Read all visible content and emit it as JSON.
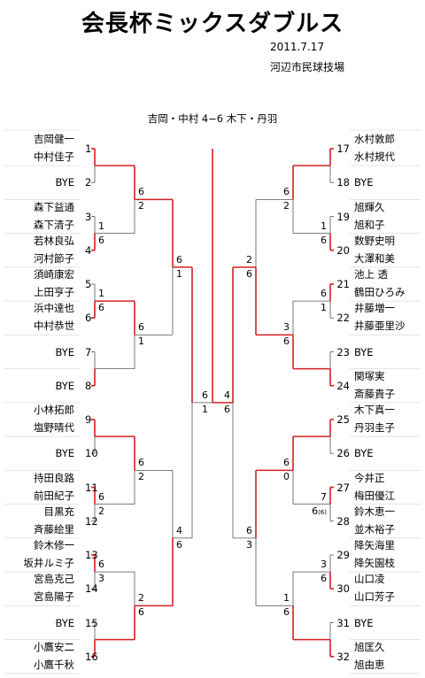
{
  "title": "会長杯ミックスダブルス",
  "date": "2011.7.17",
  "venue": "河辺市民球技場",
  "final": {
    "result_text": "吉岡・中村 4−6 木下・丹羽",
    "scores": [
      "6",
      "4",
      "1",
      "6"
    ]
  },
  "left": {
    "entries": [
      {
        "seed": "1",
        "names": [
          "吉岡健一",
          "中村佳子"
        ]
      },
      {
        "seed": "2",
        "names": [
          "BYE"
        ]
      },
      {
        "seed": "3",
        "names": [
          "森下益通",
          "森下清子"
        ]
      },
      {
        "seed": "4",
        "names": [
          "若林良弘",
          "河村節子"
        ]
      },
      {
        "seed": "5",
        "names": [
          "須崎康宏",
          "上田亨子"
        ]
      },
      {
        "seed": "6",
        "names": [
          "浜中達也",
          "中村恭世"
        ]
      },
      {
        "seed": "7",
        "names": [
          "BYE"
        ]
      },
      {
        "seed": "8",
        "names": [
          "BYE"
        ]
      },
      {
        "seed": "9",
        "names": [
          "小林拓郎",
          "塩野晴代"
        ]
      },
      {
        "seed": "10",
        "names": [
          "BYE"
        ]
      },
      {
        "seed": "11",
        "names": [
          "持田良路",
          "前田紀子"
        ]
      },
      {
        "seed": "12",
        "names": [
          "目黒充",
          "斉藤絵里"
        ]
      },
      {
        "seed": "13",
        "names": [
          "鈴木修一",
          "坂井ルミ子"
        ]
      },
      {
        "seed": "14",
        "names": [
          "宮島克己",
          "宮島陽子"
        ]
      },
      {
        "seed": "15",
        "names": [
          "BYE"
        ]
      },
      {
        "seed": "16",
        "names": [
          "小鷹安二",
          "小鷹千秋"
        ]
      }
    ],
    "r1_scores": [
      [
        "1",
        "6"
      ],
      [
        "1",
        "6"
      ],
      [
        "6",
        "2"
      ],
      [
        "6",
        "3"
      ]
    ],
    "r2_scores": [
      [
        "6",
        "2"
      ],
      [
        "6",
        "1"
      ],
      [
        "6",
        "2"
      ],
      [
        "2",
        "6"
      ]
    ],
    "sf_scores": [
      [
        "6",
        "1"
      ],
      [
        "4",
        "6"
      ]
    ]
  },
  "right": {
    "entries": [
      {
        "seed": "17",
        "names": [
          "水村敦郎",
          "水村規代"
        ]
      },
      {
        "seed": "18",
        "names": [
          "BYE"
        ]
      },
      {
        "seed": "19",
        "names": [
          "旭輝久",
          "旭和子"
        ]
      },
      {
        "seed": "20",
        "names": [
          "数野史明",
          "大澤和美"
        ]
      },
      {
        "seed": "21",
        "names": [
          "池上 透",
          "鶴田ひろみ"
        ]
      },
      {
        "seed": "22",
        "names": [
          "井藤増一",
          "井藤亜里沙"
        ]
      },
      {
        "seed": "23",
        "names": [
          "BYE"
        ]
      },
      {
        "seed": "24",
        "names": [
          "関塚実",
          "斎藤貴子"
        ]
      },
      {
        "seed": "25",
        "names": [
          "木下真一",
          "丹羽圭子"
        ]
      },
      {
        "seed": "26",
        "names": [
          "BYE"
        ]
      },
      {
        "seed": "27",
        "names": [
          "今井正",
          "梅田優江"
        ]
      },
      {
        "seed": "28",
        "names": [
          "鈴木恵一",
          "並木裕子"
        ]
      },
      {
        "seed": "29",
        "names": [
          "降矢海里",
          "降矢園枝"
        ]
      },
      {
        "seed": "30",
        "names": [
          "山口凌",
          "山口芳子"
        ]
      },
      {
        "seed": "31",
        "names": [
          "BYE"
        ]
      },
      {
        "seed": "32",
        "names": [
          "旭匡久",
          "旭由恵"
        ]
      }
    ],
    "r1_scores": [
      [
        "1",
        "6"
      ],
      [
        "6",
        "1"
      ],
      [
        "7",
        "6"
      ],
      [
        "3",
        "6"
      ]
    ],
    "r1_tiebreak": "6",
    "r2_scores": [
      [
        "6",
        "2"
      ],
      [
        "3",
        "6"
      ],
      [
        "6",
        "0"
      ],
      [
        "1",
        "6"
      ]
    ],
    "sf_scores": [
      [
        "2",
        "6"
      ],
      [
        "6",
        "3"
      ]
    ]
  },
  "colors": {
    "winner_line": "#d42020",
    "line": "#555555"
  }
}
